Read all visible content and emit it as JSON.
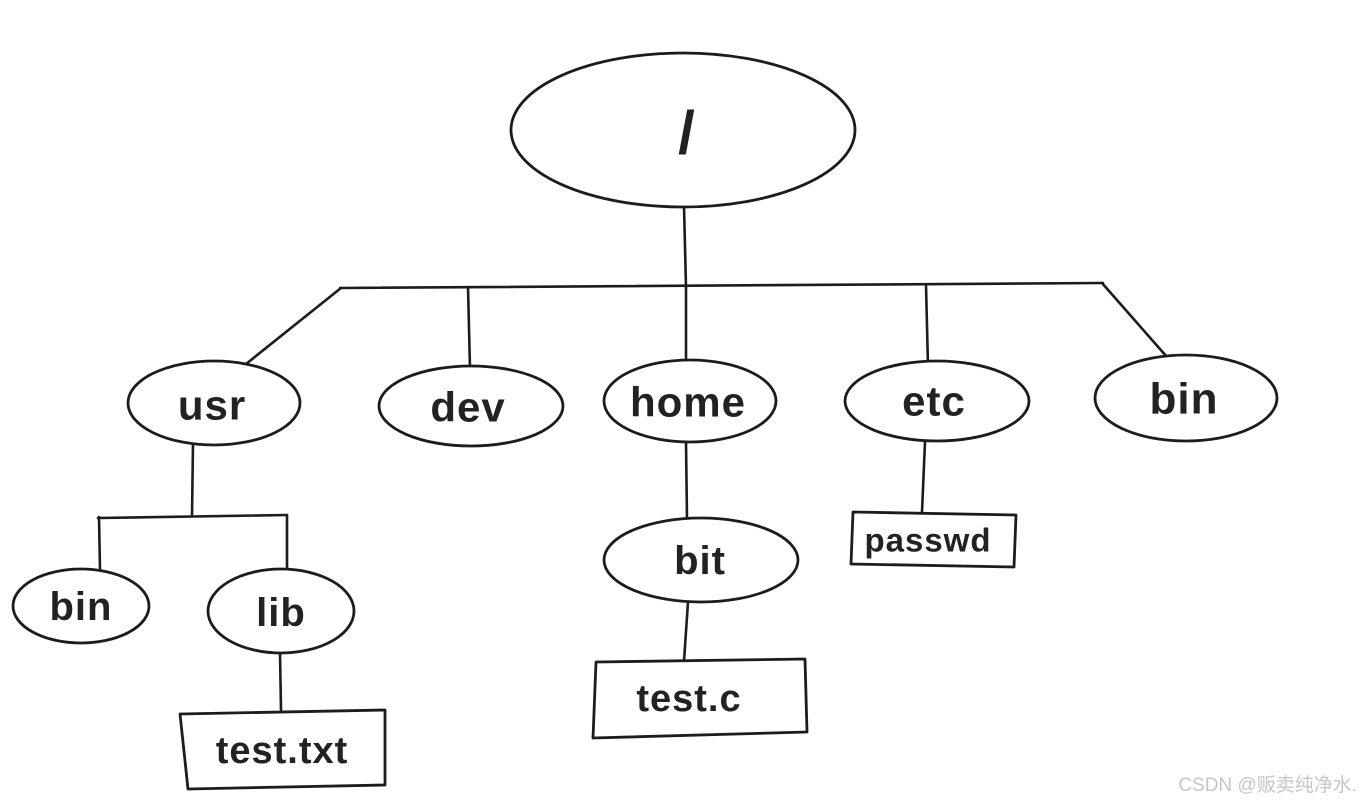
{
  "diagram": {
    "type": "tree",
    "stroke_color": "#1c1c1c",
    "background_color": "#ffffff",
    "nodes": {
      "root": {
        "label": "/",
        "shape": "ellipse",
        "parent": null
      },
      "usr": {
        "label": "usr",
        "shape": "ellipse",
        "parent": "/"
      },
      "dev": {
        "label": "dev",
        "shape": "ellipse",
        "parent": "/"
      },
      "home": {
        "label": "home",
        "shape": "ellipse",
        "parent": "/"
      },
      "etc": {
        "label": "etc",
        "shape": "ellipse",
        "parent": "/"
      },
      "bin": {
        "label": "bin",
        "shape": "ellipse",
        "parent": "/"
      },
      "usr_bin": {
        "label": "bin",
        "shape": "ellipse",
        "parent": "usr"
      },
      "usr_lib": {
        "label": "lib",
        "shape": "ellipse",
        "parent": "usr"
      },
      "test_txt": {
        "label": "test.txt",
        "shape": "rect",
        "parent": "usr_lib"
      },
      "home_bit": {
        "label": "bit",
        "shape": "ellipse",
        "parent": "home"
      },
      "test_c": {
        "label": "test.c",
        "shape": "rect",
        "parent": "home_bit"
      },
      "passwd": {
        "label": "passwd",
        "shape": "rect",
        "parent": "etc"
      }
    },
    "edges": [
      [
        "/",
        "usr"
      ],
      [
        "/",
        "dev"
      ],
      [
        "/",
        "home"
      ],
      [
        "/",
        "etc"
      ],
      [
        "/",
        "bin"
      ],
      [
        "usr",
        "bin"
      ],
      [
        "usr",
        "lib"
      ],
      [
        "lib",
        "test.txt"
      ],
      [
        "home",
        "bit"
      ],
      [
        "bit",
        "test.c"
      ],
      [
        "etc",
        "passwd"
      ]
    ]
  },
  "watermark": {
    "text": "CSDN @贩卖纯净水.",
    "color": "#c6c6c6"
  }
}
